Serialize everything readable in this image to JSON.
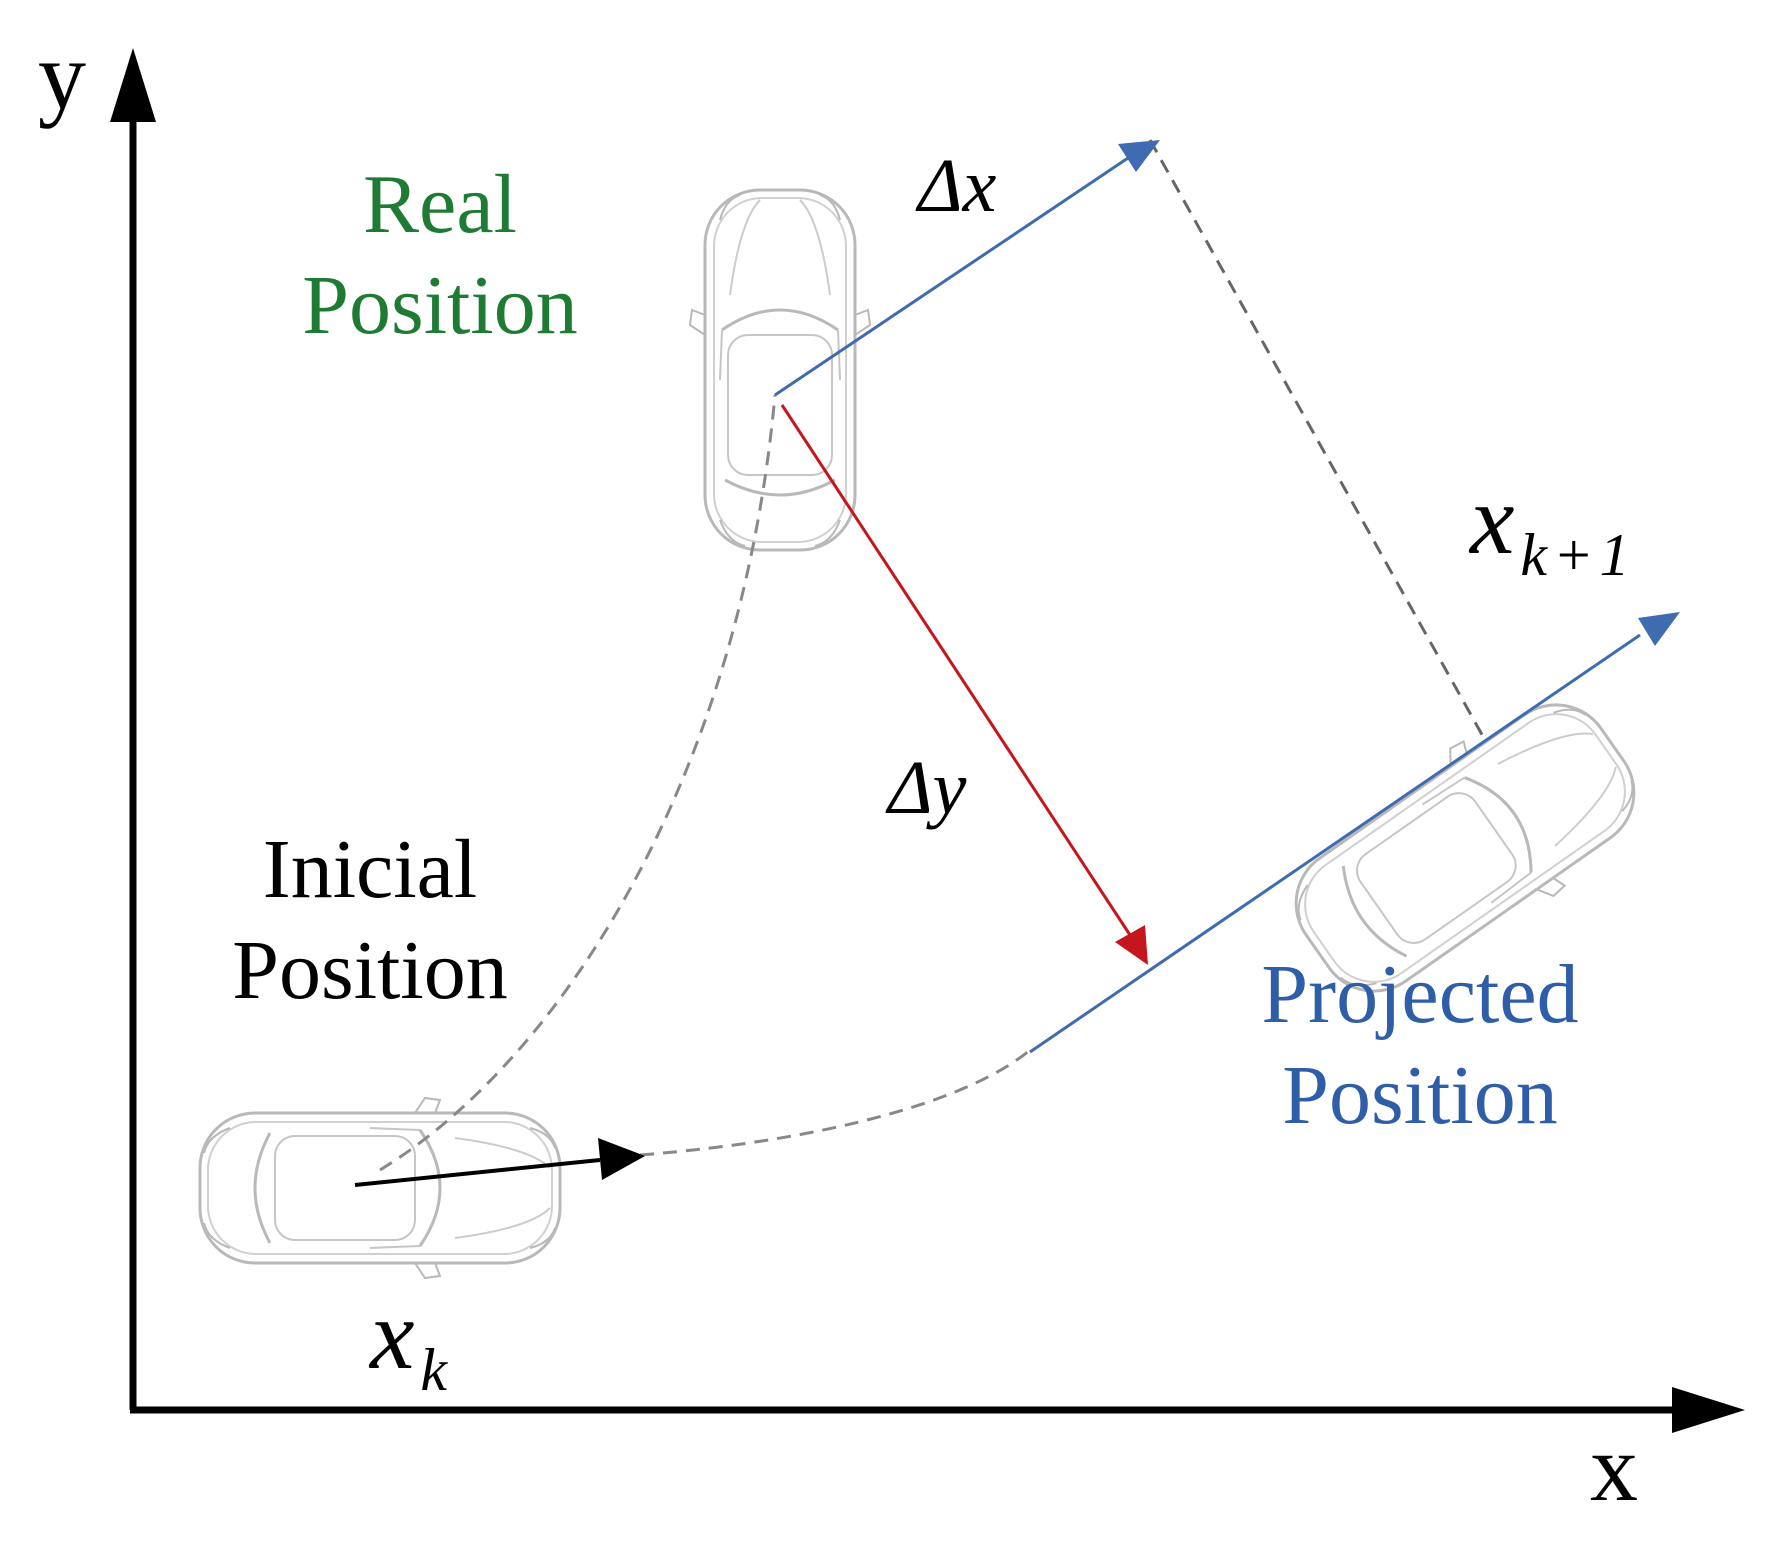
{
  "axes": {
    "x_label": "x",
    "y_label": "y"
  },
  "labels": {
    "real_line1": "Real",
    "real_line2": "Position",
    "initial_line1": "Inicial",
    "initial_line2": "Position",
    "projected_line1": "Projected",
    "projected_line2": "Position",
    "delta_x": "Δx",
    "delta_y": "Δy",
    "xk_base": "x",
    "xk_sub": "k",
    "xk1_base": "x",
    "xk1_sub": "k+1"
  },
  "colors": {
    "real_position": "#1e7b34",
    "projected_position": "#2f5ea8",
    "delta_x_arrow": "#3f6bb0",
    "delta_y_arrow": "#c4161c",
    "dashed_path": "#888888",
    "car_outline": "#b9b9b9"
  },
  "icons": {
    "car": "car-top-view-icon"
  }
}
